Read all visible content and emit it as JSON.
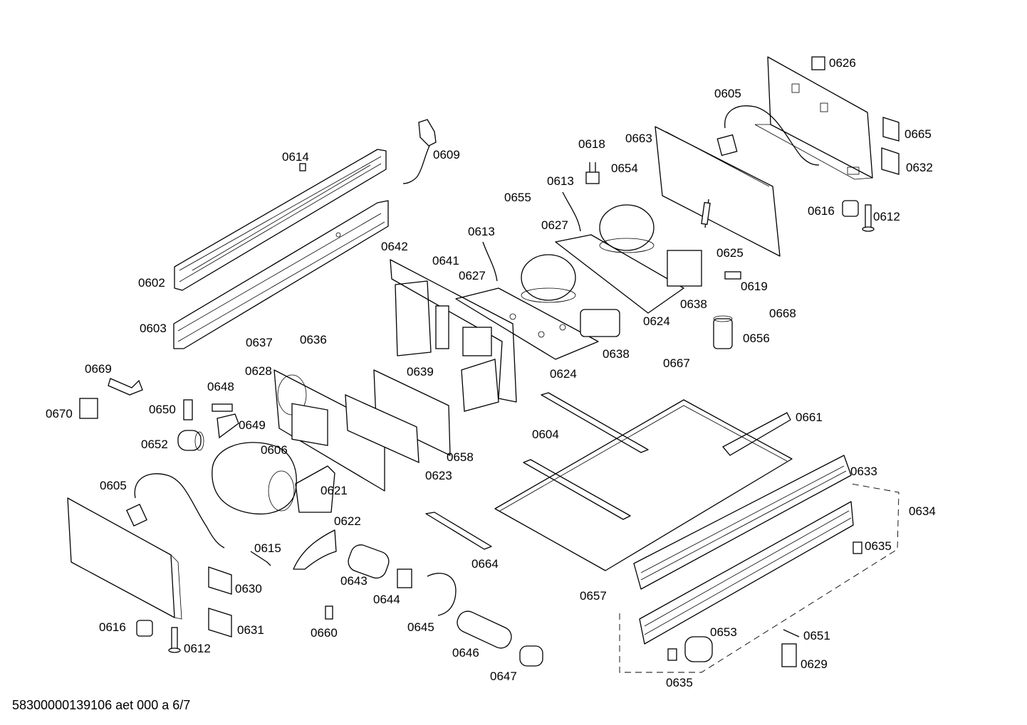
{
  "callouts": [
    "0626",
    "0605",
    "0665",
    "0663",
    "0618",
    "0632",
    "0609",
    "0614",
    "0654",
    "0613",
    "0655",
    "0616",
    "0612",
    "0627",
    "0613",
    "0625",
    "0642",
    "0641",
    "0627",
    "0619",
    "0602",
    "0638",
    "0668",
    "0624",
    "0603",
    "0656",
    "0637",
    "0636",
    "0638",
    "0667",
    "0639",
    "0624",
    "0669",
    "0628",
    "0648",
    "0650",
    "0649",
    "0661",
    "0670",
    "0652",
    "0606",
    "0604",
    "0658",
    "0623",
    "0633",
    "0605",
    "0621",
    "0634",
    "0622",
    "0664",
    "0615",
    "0630",
    "0643",
    "0635",
    "0644",
    "0657",
    "0645",
    "0653",
    "0616",
    "0631",
    "0660",
    "0651",
    "0646",
    "0612",
    "0629",
    "0647",
    "0635"
  ],
  "footer": "58300000139106 aet 000 a 6/7"
}
